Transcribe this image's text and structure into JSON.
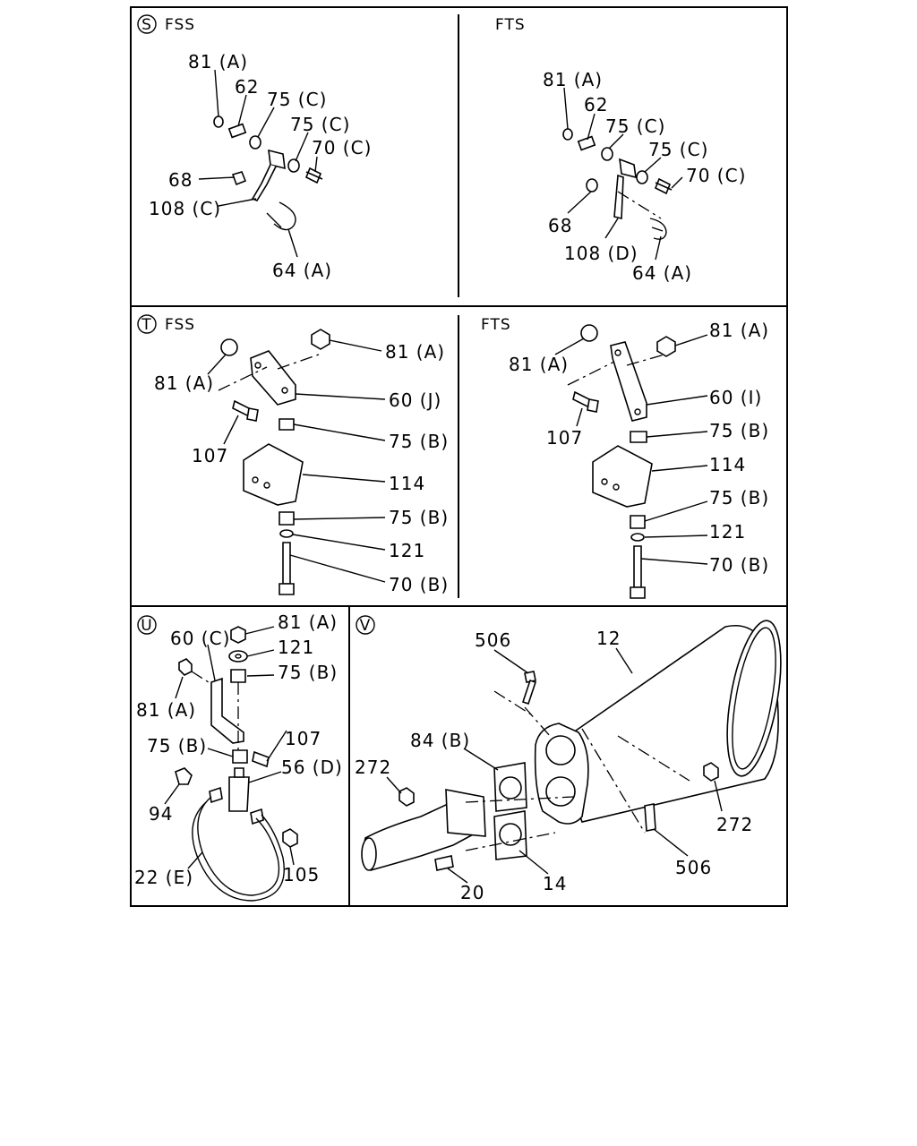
{
  "panels": {
    "s_fss": {
      "letter": "S",
      "title": "FSS",
      "labels": [
        "81 (A)",
        "62",
        "75 (C)",
        "75 (C)",
        "70 (C)",
        "68",
        "108 (C)",
        "64 (A)"
      ]
    },
    "s_fts": {
      "title": "FTS",
      "labels": [
        "81 (A)",
        "62",
        "75 (C)",
        "75 (C)",
        "70 (C)",
        "68",
        "108 (D)",
        "64 (A)"
      ]
    },
    "t_fss": {
      "letter": "T",
      "title": "FSS",
      "labels": [
        "81 (A)",
        "81 (A)",
        "60 (J)",
        "107",
        "75 (B)",
        "114",
        "75 (B)",
        "121",
        "70 (B)"
      ]
    },
    "t_fts": {
      "title": "FTS",
      "labels": [
        "81 (A)",
        "81 (A)",
        "60 (I)",
        "107",
        "75 (B)",
        "114",
        "75 (B)",
        "121",
        "70 (B)"
      ]
    },
    "u": {
      "letter": "U",
      "labels": [
        "81 (A)",
        "60 (C)",
        "121",
        "75 (B)",
        "81 (A)",
        "107",
        "75 (B)",
        "56 (D)",
        "94",
        "105",
        "22 (E)"
      ]
    },
    "v": {
      "letter": "V",
      "labels": [
        "506",
        "12",
        "84 (B)",
        "272",
        "272",
        "506",
        "20",
        "14"
      ]
    }
  }
}
